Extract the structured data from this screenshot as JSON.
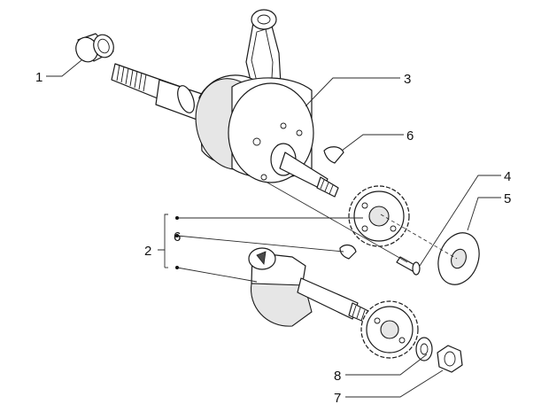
{
  "labels": {
    "l1": "1",
    "l2": "2",
    "l3": "3",
    "l4": "4",
    "l5": "5",
    "l6a": "6",
    "l6b": "6",
    "l7": "7",
    "l8": "8"
  }
}
